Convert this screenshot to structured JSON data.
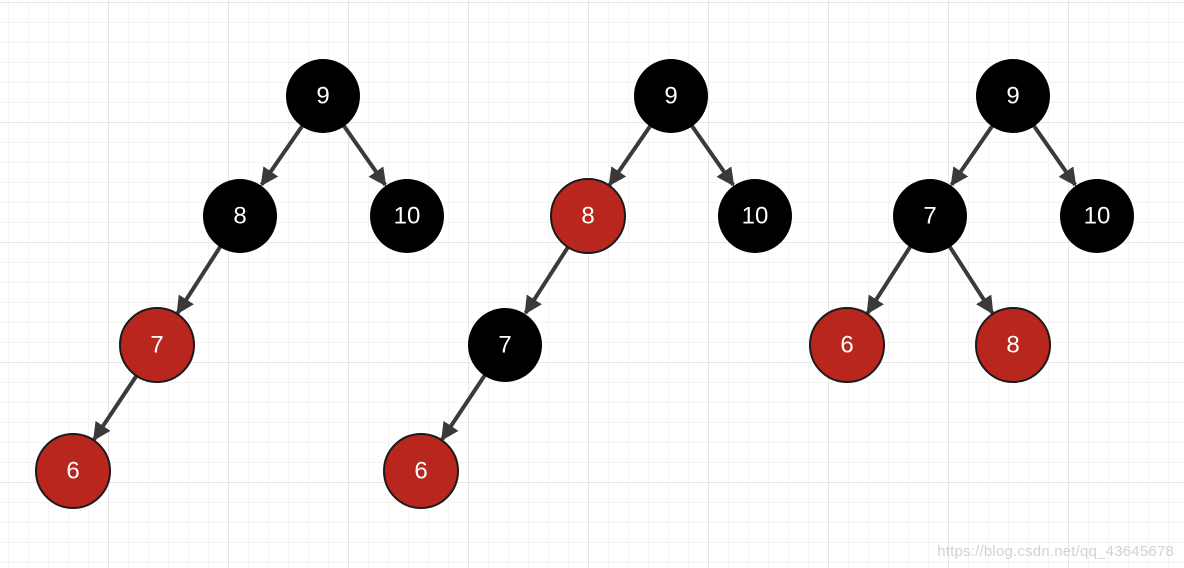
{
  "colors": {
    "black_node": "#000000",
    "red_node": "#b8261e",
    "edge": "#3a3a3a",
    "label": "#ffffff"
  },
  "trees": [
    {
      "id": "tree-1",
      "nodes": [
        {
          "id": "n9",
          "label": "9",
          "color": "black"
        },
        {
          "id": "n8",
          "label": "8",
          "color": "black"
        },
        {
          "id": "n10",
          "label": "10",
          "color": "black"
        },
        {
          "id": "n7",
          "label": "7",
          "color": "red"
        },
        {
          "id": "n6",
          "label": "6",
          "color": "red"
        }
      ],
      "edges": [
        [
          "n9",
          "n8"
        ],
        [
          "n9",
          "n10"
        ],
        [
          "n8",
          "n7"
        ],
        [
          "n7",
          "n6"
        ]
      ]
    },
    {
      "id": "tree-2",
      "nodes": [
        {
          "id": "n9",
          "label": "9",
          "color": "black"
        },
        {
          "id": "n8",
          "label": "8",
          "color": "red"
        },
        {
          "id": "n10",
          "label": "10",
          "color": "black"
        },
        {
          "id": "n7",
          "label": "7",
          "color": "black"
        },
        {
          "id": "n6",
          "label": "6",
          "color": "red"
        }
      ],
      "edges": [
        [
          "n9",
          "n8"
        ],
        [
          "n9",
          "n10"
        ],
        [
          "n8",
          "n7"
        ],
        [
          "n7",
          "n6"
        ]
      ]
    },
    {
      "id": "tree-3",
      "nodes": [
        {
          "id": "n9",
          "label": "9",
          "color": "black"
        },
        {
          "id": "n7",
          "label": "7",
          "color": "black"
        },
        {
          "id": "n10",
          "label": "10",
          "color": "black"
        },
        {
          "id": "n6",
          "label": "6",
          "color": "red"
        },
        {
          "id": "n8",
          "label": "8",
          "color": "red"
        }
      ],
      "edges": [
        [
          "n9",
          "n7"
        ],
        [
          "n9",
          "n10"
        ],
        [
          "n7",
          "n6"
        ],
        [
          "n7",
          "n8"
        ]
      ]
    }
  ],
  "watermark": "https://blog.csdn.net/qq_43645678"
}
